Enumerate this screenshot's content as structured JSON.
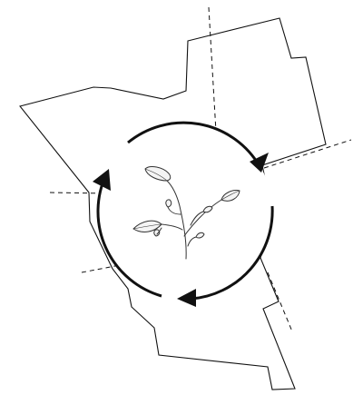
{
  "diagram": {
    "type": "cycle-over-parcel-map",
    "background_color": "#ffffff",
    "line_color": "#111111",
    "boundary_style": "solid thin outline",
    "parcel_division_style": "dashed",
    "cycle": {
      "arrow_count": 3,
      "direction": "clockwise",
      "center_icon": "plant-sprout-icon"
    }
  }
}
